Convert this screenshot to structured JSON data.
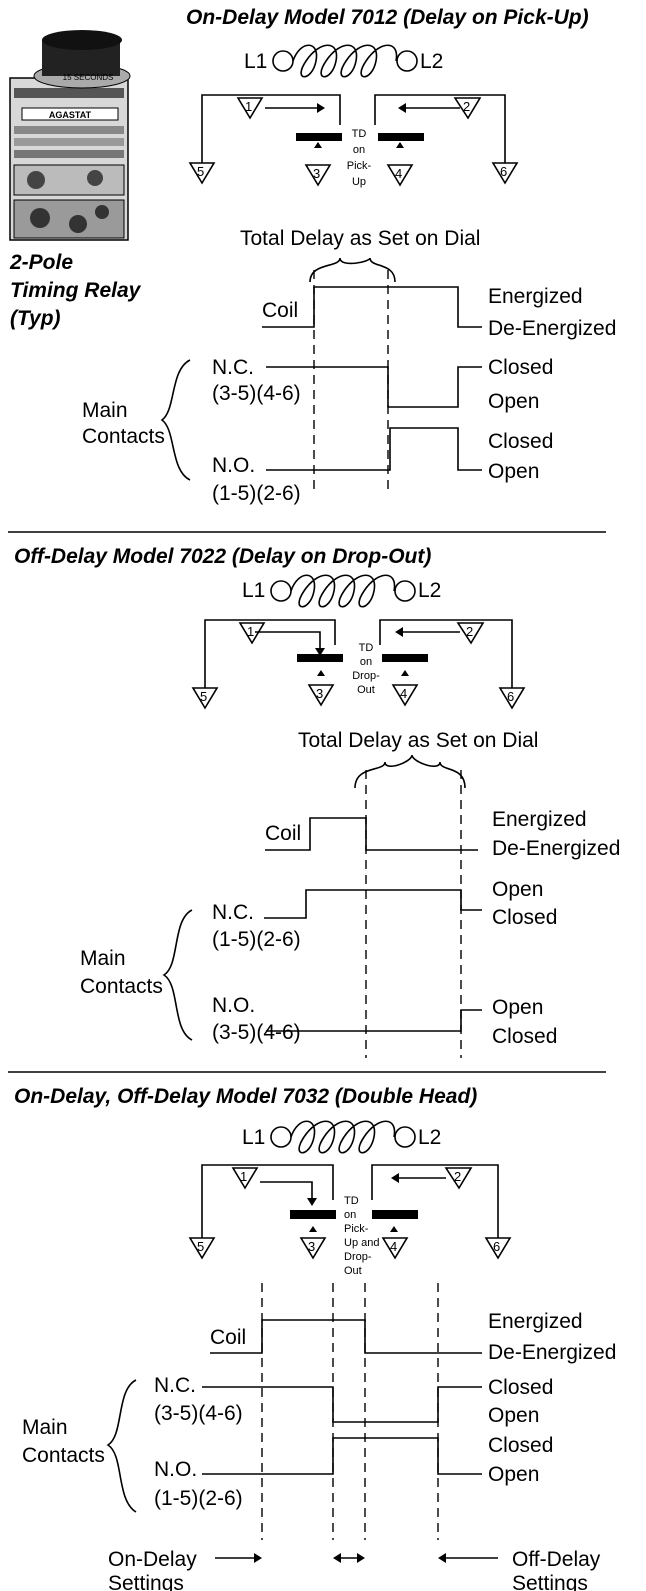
{
  "sections": [
    {
      "title": "On-Delay Model 7012 (Delay on Pick-Up)",
      "l1": "L1",
      "l2": "L2",
      "td_lines": [
        "TD",
        "on",
        "Pick-",
        "Up"
      ],
      "terminals": [
        "1",
        "2",
        "3",
        "4",
        "5",
        "6"
      ],
      "total_delay": "Total Delay as Set on Dial",
      "coil": "Coil",
      "energized": "Energized",
      "de_energized": "De-Energized",
      "nc": "N.C.",
      "nc_pins": "(3-5)(4-6)",
      "no": "N.O.",
      "no_pins": "(1-5)(2-6)",
      "main": "Main",
      "contacts": "Contacts",
      "nc_states": [
        "Closed",
        "Open"
      ],
      "no_states": [
        "Closed",
        "Open"
      ]
    },
    {
      "title": "Off-Delay Model 7022 (Delay on Drop-Out)",
      "l1": "L1",
      "l2": "L2",
      "td_lines": [
        "TD",
        "on",
        "Drop-",
        "Out"
      ],
      "terminals": [
        "1",
        "2",
        "3",
        "4",
        "5",
        "6"
      ],
      "total_delay": "Total Delay as Set on Dial",
      "coil": "Coil",
      "energized": "Energized",
      "de_energized": "De-Energized",
      "nc": "N.C.",
      "nc_pins": "(1-5)(2-6)",
      "no": "N.O.",
      "no_pins": "(3-5)(4-6)",
      "main": "Main",
      "contacts": "Contacts",
      "nc_states": [
        "Open",
        "Closed"
      ],
      "no_states": [
        "Open",
        "Closed"
      ]
    },
    {
      "title": "On-Delay, Off-Delay Model 7032 (Double Head)",
      "l1": "L1",
      "l2": "L2",
      "td_lines": [
        "TD",
        "on",
        "Pick-",
        "Up and",
        "Drop-",
        "Out"
      ],
      "terminals": [
        "1",
        "2",
        "3",
        "4",
        "5",
        "6"
      ],
      "coil": "Coil",
      "energized": "Energized",
      "de_energized": "De-Energized",
      "nc": "N.C.",
      "nc_pins": "(3-5)(4-6)",
      "no": "N.O.",
      "no_pins": "(1-5)(2-6)",
      "main": "Main",
      "contacts": "Contacts",
      "nc_states": [
        "Closed",
        "Open"
      ],
      "no_states": [
        "Closed",
        "Open"
      ],
      "on_delay": "On-Delay",
      "off_delay": "Off-Delay",
      "settings": "Settings"
    }
  ],
  "relay": {
    "dial_text": "15 SECONDS",
    "brand": "AGASTAT",
    "caption": [
      "2-Pole",
      "Timing Relay",
      "(Typ)"
    ]
  }
}
